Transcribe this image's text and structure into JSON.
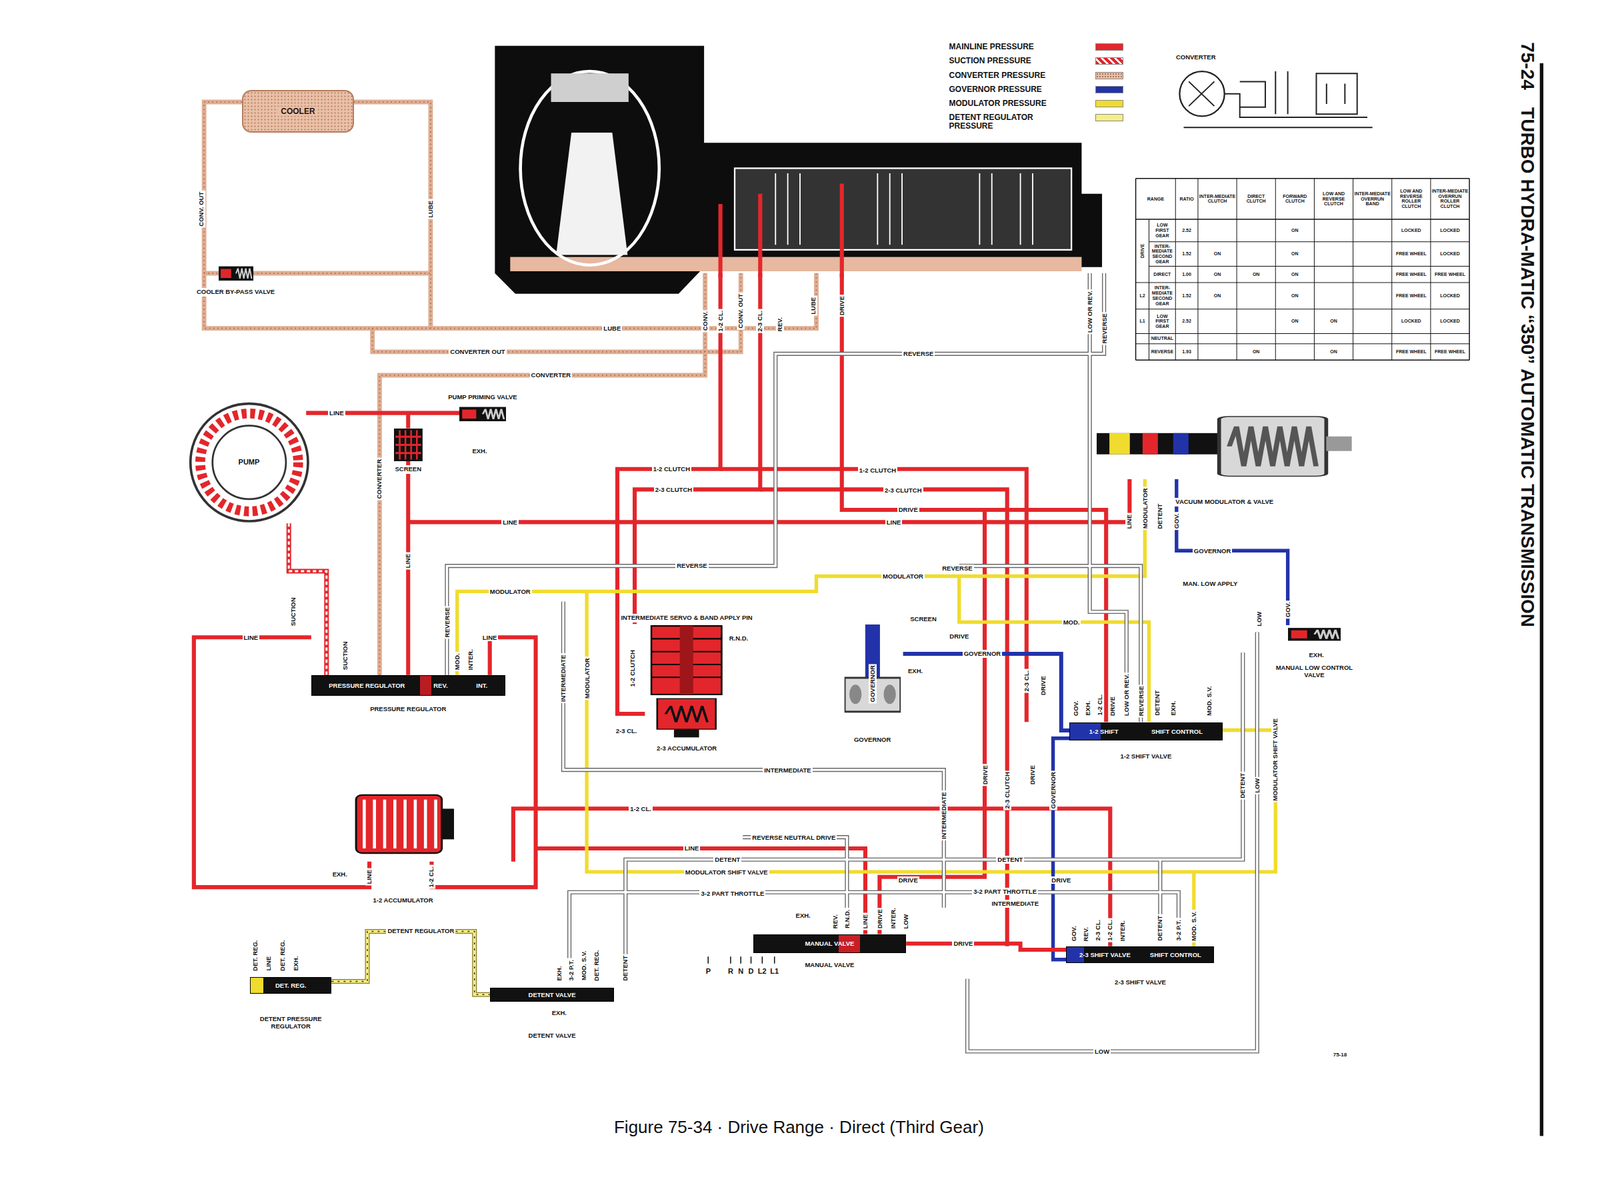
{
  "diagram": {
    "title": "TURBO HYDRA-MATIC “350” AUTOMATIC TRANSMISSION",
    "caption": "Figure 75-34 · Drive Range · Direct (Third Gear)",
    "nodes": [
      {
        "text": [
          "COOLER"
        ]
      },
      {
        "text": [
          "COOLER BY-PASS VALVE"
        ]
      },
      {
        "text": [
          "PUMP"
        ]
      },
      {
        "text": [
          "PUMP PRIMING VALVE"
        ]
      },
      {
        "text": [
          "SCREEN"
        ]
      },
      {
        "text": [
          "PRESSURE REGULATOR",
          "REV.",
          "INT.",
          "PRESSURE REGULATOR"
        ]
      },
      {
        "text": [
          "INTERMEDIATE SERVO & BAND APPLY PIN"
        ]
      },
      {
        "text": [
          "2-3 ACCUMULATOR"
        ]
      },
      {
        "text": [
          "1-2 ACCUMULATOR"
        ]
      },
      {
        "text": [
          "GOVERNOR"
        ]
      },
      {
        "text": [
          "VACUUM MODULATOR & VALVE"
        ]
      },
      {
        "text": [
          "MANUAL LOW CONTROL VALVE"
        ]
      },
      {
        "text": [
          "1-2 SHIFT",
          "SHIFT CONTROL",
          "1-2 SHIFT VALVE"
        ]
      },
      {
        "text": [
          "MANUAL VALVE",
          "MANUAL VALVE"
        ]
      },
      {
        "text": [
          "2-3 SHIFT VALVE",
          "SHIFT CONTROL",
          "2-3 SHIFT VALVE"
        ]
      },
      {
        "text": [
          "DET. REG.",
          "DETENT PRESSURE REGULATOR"
        ]
      },
      {
        "text": [
          "DETENT VALVE",
          "DETENT VALVE"
        ]
      }
    ],
    "edges": [
      {
        "from": 2,
        "to": 5,
        "arrow": "none"
      },
      {
        "from": 15,
        "to": 16,
        "label": "DETENT REGULATOR",
        "arrow": "none"
      },
      {
        "from": 9,
        "to": 12,
        "label": "GOVERNOR",
        "arrow": "none"
      },
      {
        "from": 13,
        "to": 14,
        "label": "DRIVE",
        "arrow": "none"
      }
    ],
    "labels": [
      "75-24",
      "CONVERTER",
      "CONV. OUT",
      "LUBE",
      "LUBE",
      "CONVERTER OUT",
      "CONVERTER",
      "REVERSE",
      "CONV.",
      "1-2 CL.",
      "CONV. OUT",
      "2-3 CL.",
      "REV.",
      "LUBE",
      "DRIVE",
      "LOW OR REV.",
      "REVERSE",
      "LINE",
      "EXH.",
      "CONVERTER",
      "1-2 CLUTCH",
      "1-2 CLUTCH",
      "2-3 CLUTCH",
      "2-3 CLUTCH",
      "DRIVE",
      "LINE",
      "LINE",
      "LINE",
      "MODULATOR",
      "DETENT",
      "GOV.",
      "GOVERNOR",
      "LINE",
      "REVERSE",
      "REVERSE",
      "MODULATOR",
      "MODULATOR",
      "MAN. LOW APPLY",
      "SUCTION",
      "REVERSE",
      "SCREEN",
      "MOD.",
      "LOW",
      "GOV.",
      "LINE",
      "LINE",
      "DRIVE",
      "SUCTION",
      "MOD.",
      "INTER.",
      "EXH.",
      "GOVERNOR",
      "EXH.",
      "R.N.D.",
      "1-2 CLUTCH",
      "INTERMEDIATE",
      "MODULATOR",
      "2-3 CL.",
      "DRIVE",
      "GOV.",
      "EXH.",
      "1-2 CL.",
      "DRIVE",
      "LOW OR REV.",
      "REVERSE",
      "DETENT",
      "EXH.",
      "MOD. S.V.",
      "2-3 CL.",
      "INTERMEDIATE",
      "DRIVE",
      "2-3 CLUTCH",
      "DRIVE",
      "GOVERNOR",
      "INTERMEDIATE",
      "DETENT",
      "LOW",
      "MODULATOR SHIFT VALVE",
      "1-2 CL.",
      "REVERSE NEUTRAL DRIVE",
      "LINE",
      "DETENT",
      "DETENT",
      "MODULATOR SHIFT VALVE",
      "EXH.",
      "LINE",
      "1-2 CL.",
      "DRIVE",
      "DRIVE",
      "3-2 PART THROTTLE",
      "3-2 PART THROTTLE",
      "INTERMEDIATE",
      "EXH.",
      "REV.",
      "R.N.D.",
      "LINE",
      "DRIVE",
      "INTER.",
      "LOW",
      "GOV.",
      "REV.",
      "2-3 CL.",
      "1-2 CL.",
      "INTER.",
      "DETENT",
      "3-2 P.T.",
      "MOD. S.V.",
      "DET. REG.",
      "LINE",
      "DET. REG.",
      "EXH.",
      "EXH.",
      "3-2 P.T.",
      "MOD. S.V.",
      "DET. REG.",
      "DETENT",
      "EXH.",
      "P",
      "R",
      "N",
      "D",
      "L2",
      "L1",
      "LOW",
      "75-18",
      "RANGE",
      "RATIO",
      "INTER-MEDIATE CLUTCH",
      "DIRECT CLUTCH",
      "FORWARD CLUTCH",
      "LOW AND REVERSE CLUTCH",
      "INTER-MEDIATE OVERRUN BAND",
      "LOW AND REVERSE ROLLER CLUTCH",
      "INTER-MEDIATE OVERRUN ROLLER CLUTCH",
      "DRIVE",
      "LOW FIRST GEAR",
      "2.52",
      "ON",
      "LOCKED",
      "LOCKED",
      "INTER-MEDIATE SECOND GEAR",
      "1.52",
      "ON",
      "ON",
      "FREE WHEEL",
      "LOCKED",
      "DIRECT",
      "1.00",
      "ON",
      "ON",
      "ON",
      "FREE WHEEL",
      "FREE WHEEL",
      "L2",
      "INTER-MEDIATE SECOND GEAR",
      "1.52",
      "ON",
      "ON",
      "FREE WHEEL",
      "LOCKED",
      "L1",
      "LOW FIRST GEAR",
      "2.52",
      "ON",
      "ON",
      "LOCKED",
      "LOCKED",
      "NEUTRAL",
      "REVERSE",
      "1.93",
      "ON",
      "ON",
      "FREE WHEEL",
      "FREE WHEEL"
    ],
    "legend": [
      {
        "text": "MAINLINE PRESSURE",
        "color": "#e3262b"
      },
      {
        "text": "SUCTION PRESSURE"
      },
      {
        "text": "CONVERTER PRESSURE"
      },
      {
        "text": "GOVERNOR PRESSURE",
        "color": "#2233aa"
      },
      {
        "text": "MODULATOR PRESSURE",
        "color": "#f0dc2e"
      },
      {
        "text": "DETENT REGULATOR PRESSURE",
        "color": "#f6ee86"
      }
    ]
  }
}
